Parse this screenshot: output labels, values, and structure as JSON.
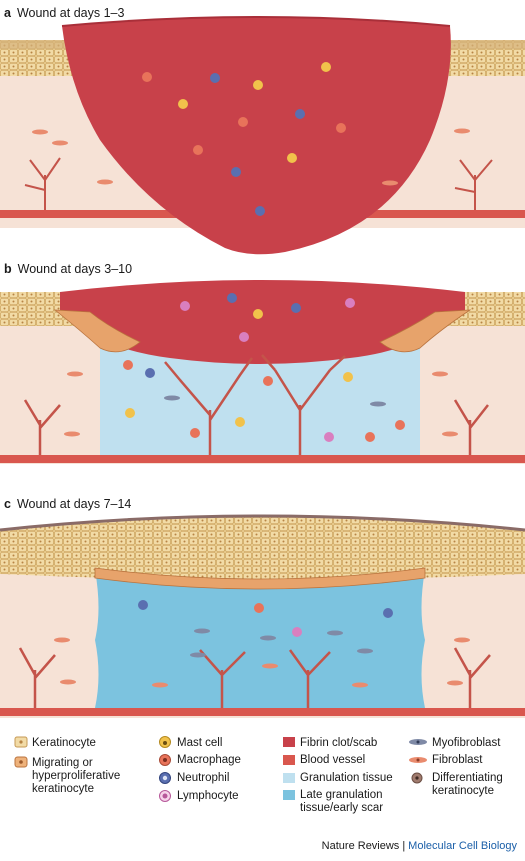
{
  "panels": [
    {
      "letter": "a",
      "title": "Wound at days 1–3"
    },
    {
      "letter": "b",
      "title": "Wound at days 3–10"
    },
    {
      "letter": "c",
      "title": "Wound at days 7–14"
    }
  ],
  "legend": {
    "col1": [
      "Keratinocyte",
      "Migrating or hyperproliferative keratinocyte"
    ],
    "col2": [
      "Mast cell",
      "Macrophage",
      "Neutrophil",
      "Lymphocyte"
    ],
    "col3": [
      "Fibrin clot/scab",
      "Blood vessel",
      "Granulation tissue",
      "Late granulation tissue/early scar"
    ],
    "col4": [
      "Myofibroblast",
      "Fibroblast",
      "Differentiating keratinocyte"
    ]
  },
  "credit": {
    "journal": "Nature Reviews",
    "separator": "|",
    "subject": "Molecular Cell Biology"
  },
  "colors": {
    "dermis": "#f6e2d6",
    "clot": "#c8414a",
    "vessel": "#d9574e",
    "granulation": "#bfe0ef",
    "late_granulation": "#7cc3df",
    "epidermis": "#e9c98a",
    "hyperproliferative": "#e7a36b"
  }
}
